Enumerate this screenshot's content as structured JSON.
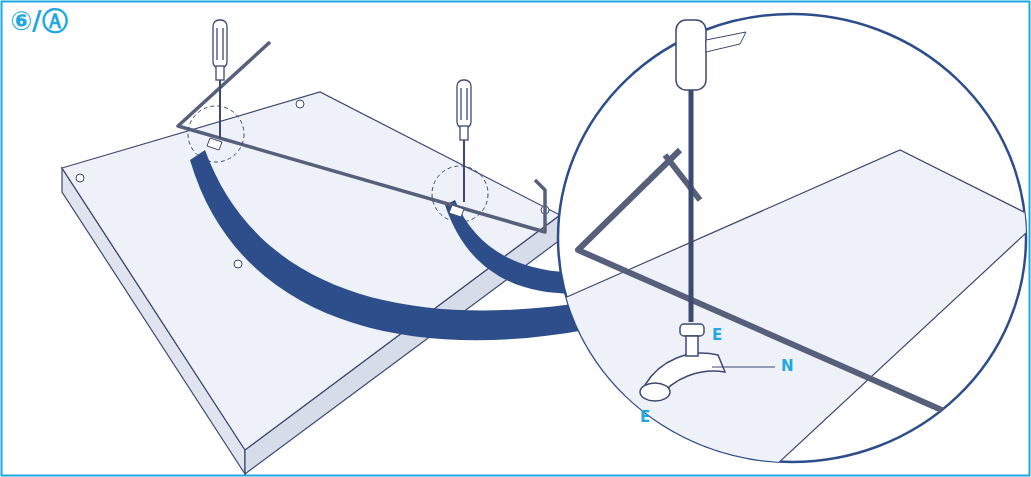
{
  "diagram": {
    "labels": [
      "⑥/Ⓐ",
      "E",
      "N",
      "E"
    ]
  }
}
